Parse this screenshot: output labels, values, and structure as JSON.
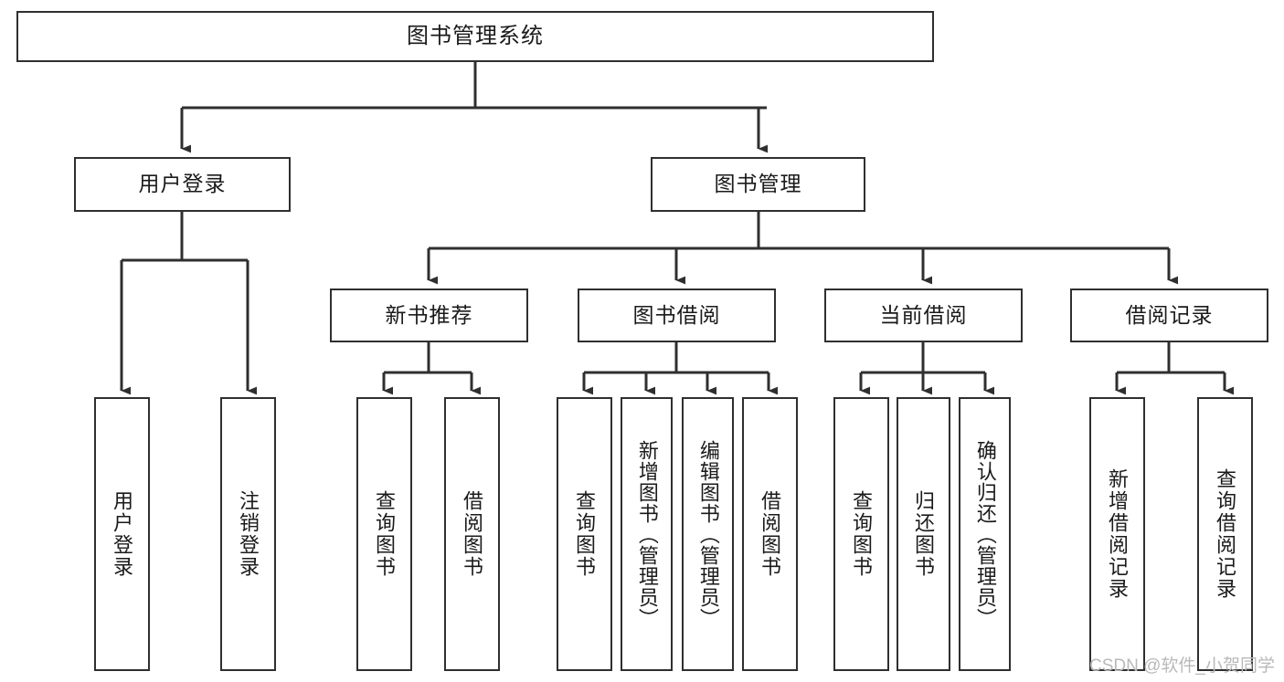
{
  "diagram": {
    "title": "图书管理系统",
    "type": "tree-hierarchy-diagram",
    "watermark": "CSDN @软件_小贺同学",
    "colors": {
      "box_border": "#2f2f2f",
      "box_fill": "#ffffff",
      "connector": "#2f2f2f",
      "text": "#1a1a1a",
      "watermark": "#b9b9b9",
      "background": "#ffffff"
    }
  },
  "root": {
    "label": "图书管理系统"
  },
  "level2": [
    {
      "label": "用户登录"
    },
    {
      "label": "图书管理"
    }
  ],
  "level3": [
    {
      "label": "新书推荐"
    },
    {
      "label": "图书借阅"
    },
    {
      "label": "当前借阅"
    },
    {
      "label": "借阅记录"
    }
  ],
  "leaves": {
    "user_login": [
      {
        "label": "用户登录"
      },
      {
        "label": "注销登录"
      }
    ],
    "new_book_recommend": [
      {
        "label": "查询图书"
      },
      {
        "label": "借阅图书"
      }
    ],
    "book_borrow": [
      {
        "label": "查询图书"
      },
      {
        "label": "新增图书（管理员）"
      },
      {
        "label": "编辑图书（管理员）"
      },
      {
        "label": "借阅图书"
      }
    ],
    "current_borrow": [
      {
        "label": "查询图书"
      },
      {
        "label": "归还图书"
      },
      {
        "label": "确认归还（管理员）"
      }
    ],
    "borrow_record": [
      {
        "label": "新增借阅记录"
      },
      {
        "label": "查询借阅记录"
      }
    ]
  }
}
